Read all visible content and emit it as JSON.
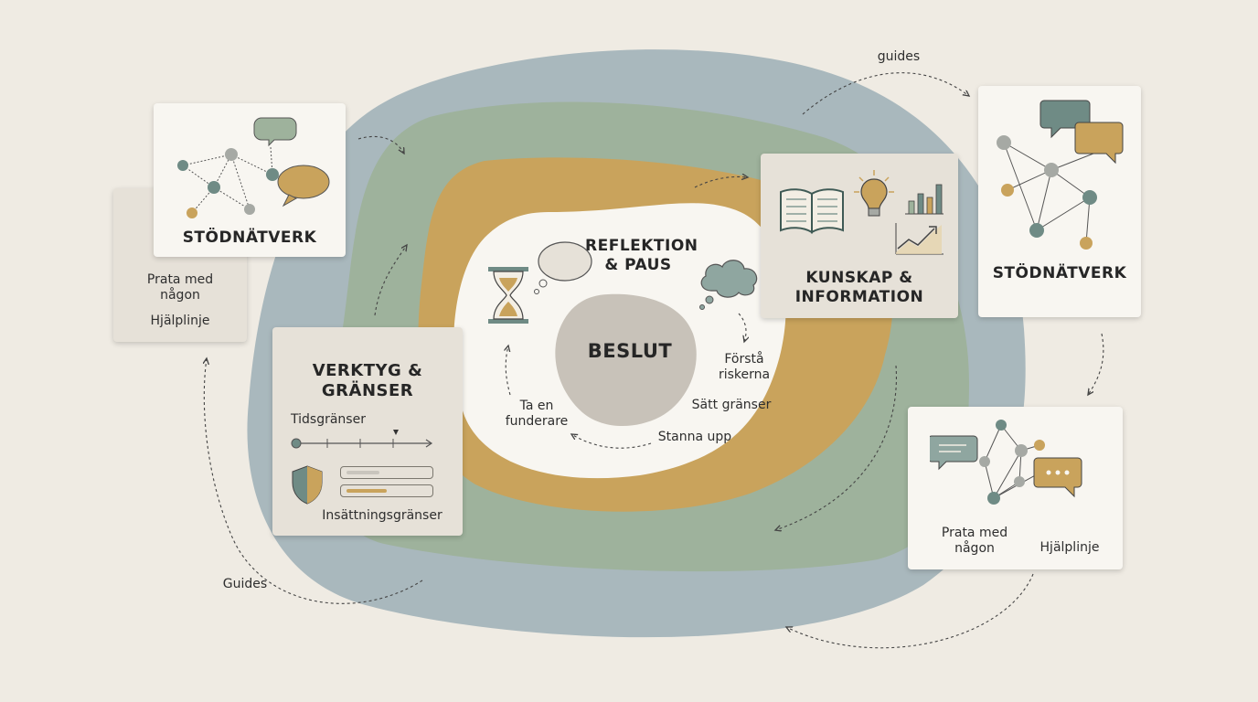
{
  "colors": {
    "background": "#efebe3",
    "outer_blob": "#a9b8bd",
    "middle_blob": "#9eb29c",
    "inner_blob": "#c9a35c",
    "core_blob": "#f8f6f1",
    "decision_blob": "#c8c2b9",
    "accent_teal": "#6f8b85",
    "accent_gold": "#c9a35c",
    "accent_gray": "#a6a9a4"
  },
  "center": {
    "decision": "BESLUT",
    "reflection_title": "REFLEKTION\n& PAUS",
    "understand_risks": "Förstå\nriskerna",
    "set_limits": "Sätt gränser",
    "stop": "Stanna upp",
    "think": "Ta en\nfunderare"
  },
  "support_left": {
    "title": "STÖDNÄTVERK",
    "talk": "Prata med\nnågon",
    "helpline": "Hjälplinje"
  },
  "tools": {
    "title": "VERKTYG &\nGRÄNSER",
    "time_limits": "Tidsgränser",
    "deposit_limits": "Insättningsgränser"
  },
  "knowledge": {
    "title": "KUNSKAP &\nINFORMATION"
  },
  "support_right": {
    "title": "STÖDNÄTVERK"
  },
  "network_bottom": {
    "talk": "Prata med\nnågon",
    "helpline": "Hjälplinje"
  },
  "labels": {
    "guides_top": "guides",
    "guides_bottom": "Guides"
  }
}
